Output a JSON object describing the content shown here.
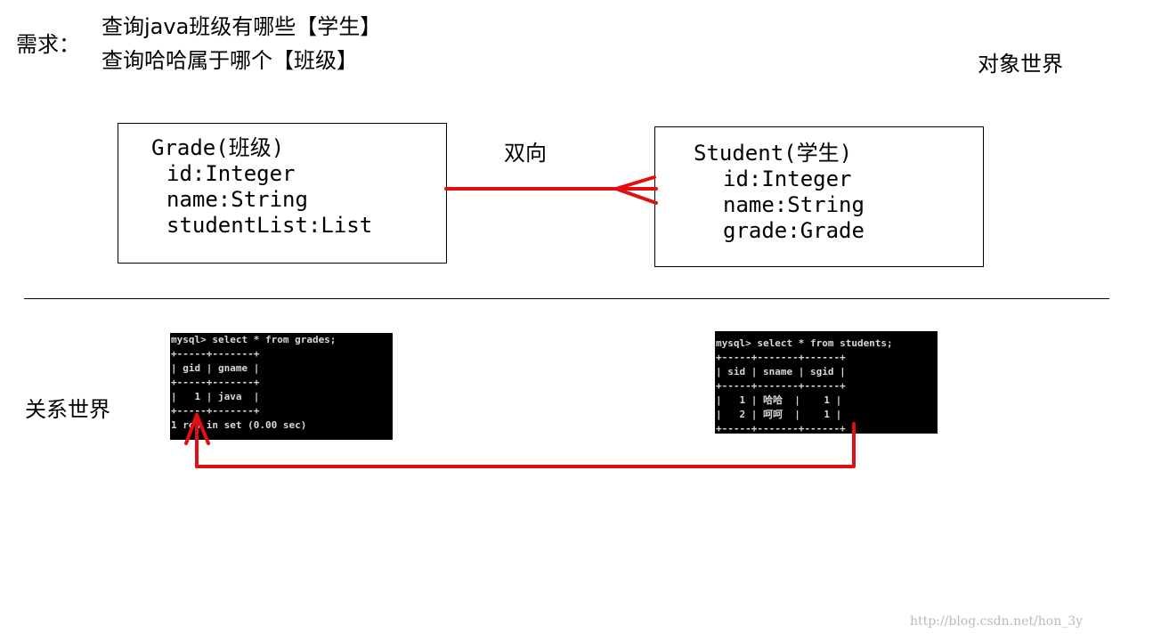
{
  "requirements": {
    "label": "需求：",
    "lines": [
      "查询java班级有哪些【学生】",
      "查询哈哈属于哪个【班级】"
    ]
  },
  "object_world_label": "对象世界",
  "relation_world_label": "关系世界",
  "bidirectional_label": "双向",
  "grade_class": {
    "title": "Grade(班级)",
    "fields": [
      "id:Integer",
      "name:String",
      "studentList:List"
    ]
  },
  "student_class": {
    "title": "Student(学生)",
    "fields": [
      "id:Integer",
      "name:String",
      "grade:Grade"
    ]
  },
  "grades_terminal": {
    "lines": [
      "mysql> select * from grades;",
      "+-----+-------+",
      "| gid | gname |",
      "+-----+-------+",
      "|   1 | java  |",
      "+-----+-------+",
      "1 row in set (0.00 sec)"
    ]
  },
  "students_terminal": {
    "lines": [
      "mysql> select * from students;",
      "+-----+-------+------+",
      "| sid | sname | sgid |",
      "+-----+-------+------+",
      "|   1 | 哈哈  |    1 |",
      "|   2 | 呵呵  |    1 |",
      "+-----+-------+------+"
    ]
  },
  "arrow_color": "#e01010",
  "watermark": "http://blog.csdn.net/hon_3y"
}
